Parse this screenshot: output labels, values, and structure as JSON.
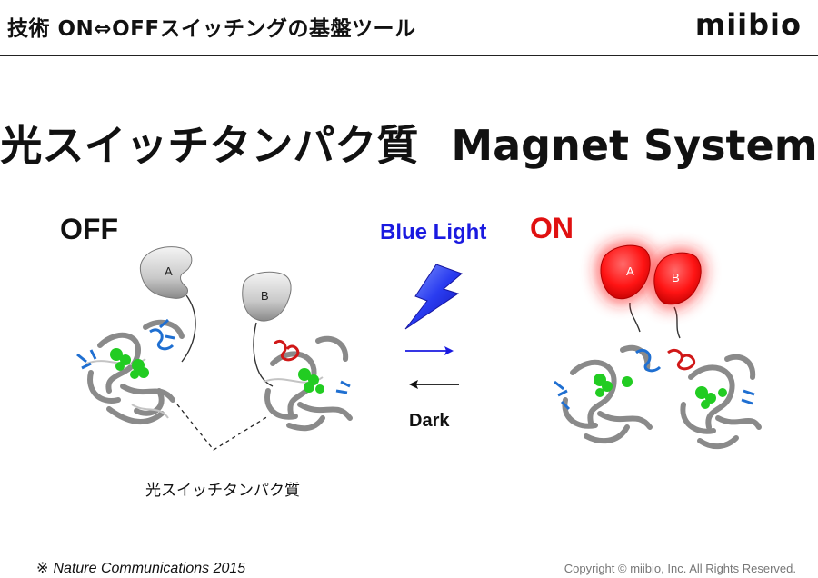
{
  "header": {
    "title": "技術 ON⇔OFFスイッチングの基盤ツール",
    "logo_text": "miibio"
  },
  "slide": {
    "title_ja": "光スイッチタンパク質",
    "title_en": "Magnet System",
    "off_label": "OFF",
    "on_label": "ON",
    "blue_light_label": "Blue Light",
    "dark_label": "Dark",
    "domain_a_label": "A",
    "domain_b_label": "B",
    "caption": "光スイッチタンパク質",
    "footnote_mark": "※",
    "footnote_citation": "Nature Communications 2015",
    "copyright": "Copyright © miibio, Inc. All Rights Reserved."
  },
  "colors": {
    "on_red": "#e01010",
    "blue_light": "#1a1ae0",
    "domain_off_gray": "#c8c8c8",
    "domain_on_red": "#ff1a1a",
    "protein_gray": "#9a9a9a",
    "ligand_green": "#22cc22",
    "helix_blue": "#1f6fd1",
    "helix_red": "#d01818"
  },
  "icons": [
    "lightning-bolt-icon",
    "arrow-right-icon",
    "arrow-left-icon"
  ]
}
